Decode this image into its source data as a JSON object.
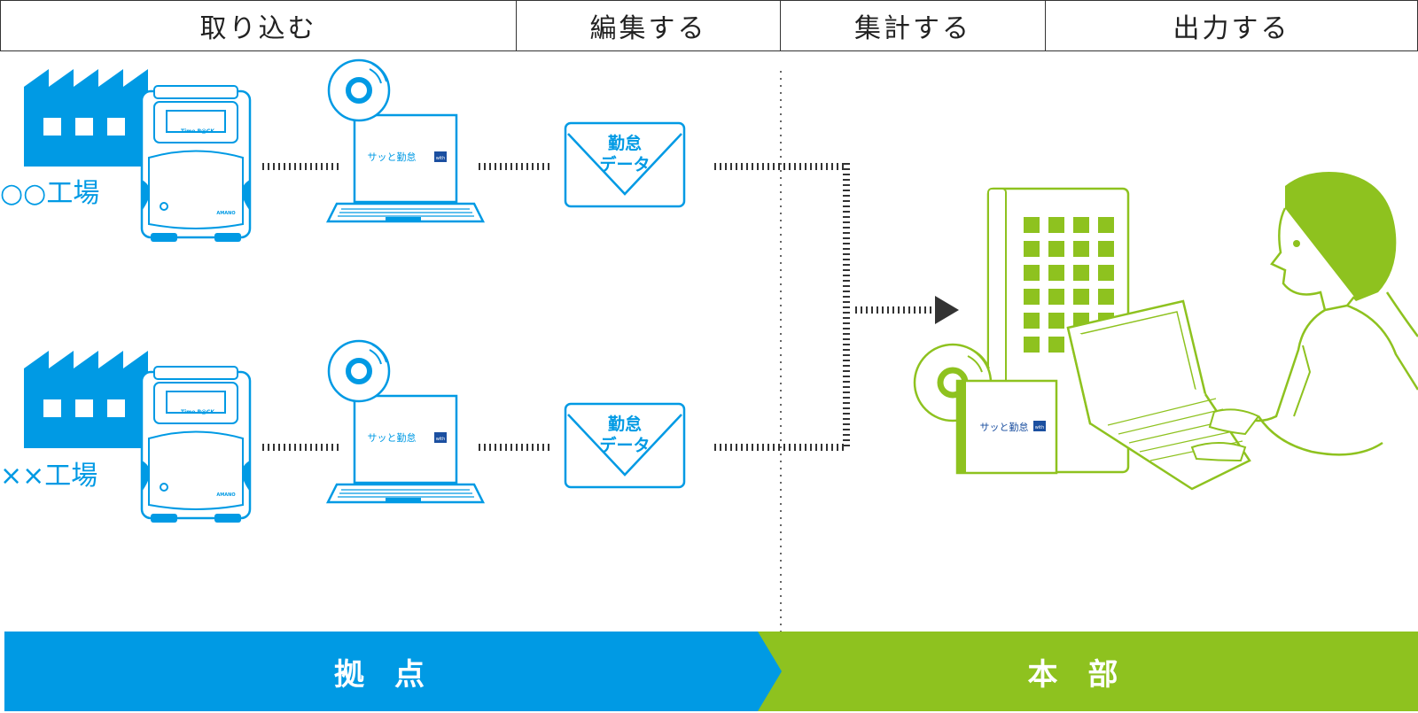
{
  "header": {
    "steps": [
      "取り込む",
      "編集する",
      "集計する",
      "出力する"
    ]
  },
  "sites": [
    {
      "label": "○○工場"
    },
    {
      "label": "××工場"
    }
  ],
  "device": {
    "clock_brand": "Time P@CK",
    "clock_maker": "AMANO"
  },
  "software": {
    "label": "サッと勤怠",
    "badge": "with"
  },
  "envelope": {
    "line1": "勤怠",
    "line2": "データ"
  },
  "bars": {
    "left": "拠点",
    "right": "本部"
  },
  "colors": {
    "blue": "#009ae4",
    "green": "#8ec21f",
    "outline": "#333333"
  }
}
